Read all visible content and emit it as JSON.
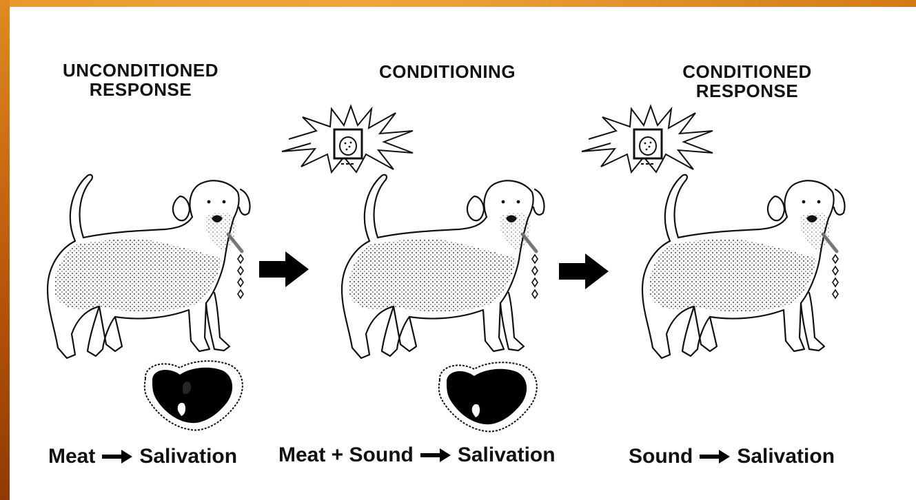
{
  "panels": [
    {
      "title": "UNCONDITIONED\nRESPONSE",
      "caption_parts": [
        "Meat",
        "Salivation"
      ],
      "shows_bell": false,
      "shows_meat": true
    },
    {
      "title": "CONDITIONING",
      "caption_parts": [
        "Meat + Sound",
        "Salivation"
      ],
      "shows_bell": true,
      "shows_meat": true
    },
    {
      "title": "CONDITIONED\nRESPONSE",
      "caption_parts": [
        "Sound",
        "Salivation"
      ],
      "shows_bell": true,
      "shows_meat": false
    }
  ],
  "colors": {
    "frame_orange": "#c96a10",
    "ink": "#111111",
    "background": "#ffffff"
  },
  "icons": [
    "dog-illustration",
    "bell-burst-icon",
    "meat-icon",
    "right-arrow-icon"
  ]
}
